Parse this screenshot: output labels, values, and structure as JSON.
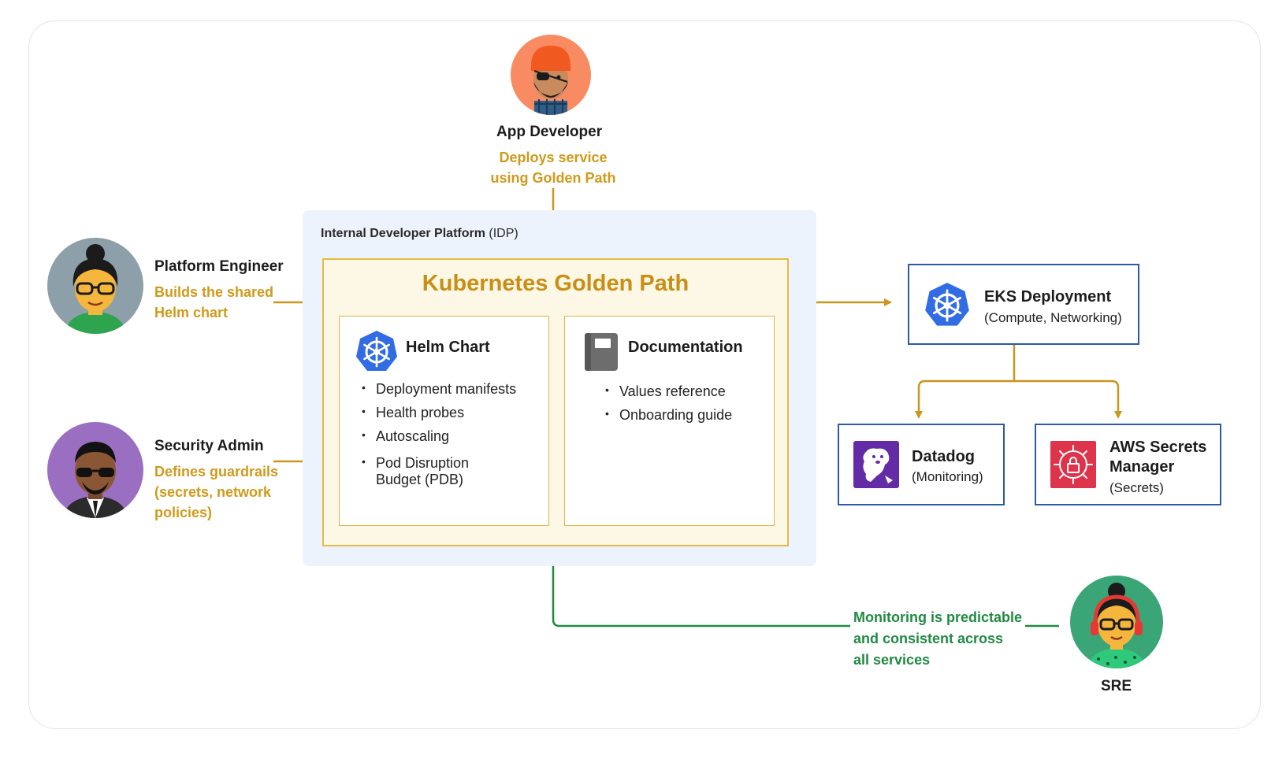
{
  "app_developer": {
    "name": "App Developer",
    "desc_line1": "Deploys service",
    "desc_line2": "using Golden Path"
  },
  "platform_engineer": {
    "name": "Platform Engineer",
    "desc_line1": "Builds the shared",
    "desc_line2": "Helm chart"
  },
  "security_admin": {
    "name": "Security Admin",
    "desc_line1": "Defines guardrails",
    "desc_line2": "(secrets, network",
    "desc_line3": "policies)"
  },
  "sre": {
    "name": "SRE"
  },
  "idp": {
    "label_bold": "Internal Developer Platform",
    "label_rest": "(IDP)"
  },
  "golden_path": {
    "title": "Kubernetes Golden Path",
    "helm": {
      "title": "Helm Chart",
      "items": [
        "Deployment manifests",
        "Health probes",
        "Autoscaling",
        "Pod Disruption",
        "Budget (PDB)"
      ]
    },
    "docs": {
      "title": "Documentation",
      "items": [
        "Values reference",
        "Onboarding guide"
      ]
    }
  },
  "eks": {
    "title": "EKS Deployment",
    "subtitle": "(Compute, Networking)"
  },
  "datadog": {
    "title": "Datadog",
    "subtitle": "(Monitoring)"
  },
  "aws_secrets": {
    "title_line1": "AWS Secrets",
    "title_line2": "Manager",
    "subtitle": "(Secrets)"
  },
  "feedback": {
    "line1": "Monitoring is predictable",
    "line2": "and consistent across",
    "line3": "all services"
  },
  "colors": {
    "orange": "#d09a1a",
    "green": "#208a43",
    "blue": "#2c5aa8",
    "k8s_blue": "#326ce5",
    "datadog_purple": "#632ca6",
    "aws_red": "#dd344c"
  },
  "icons": {
    "helm": "kubernetes-wheel-icon",
    "docs": "notebook-icon",
    "eks": "kubernetes-wheel-icon",
    "datadog": "datadog-dog-icon",
    "aws": "lock-shield-icon"
  }
}
